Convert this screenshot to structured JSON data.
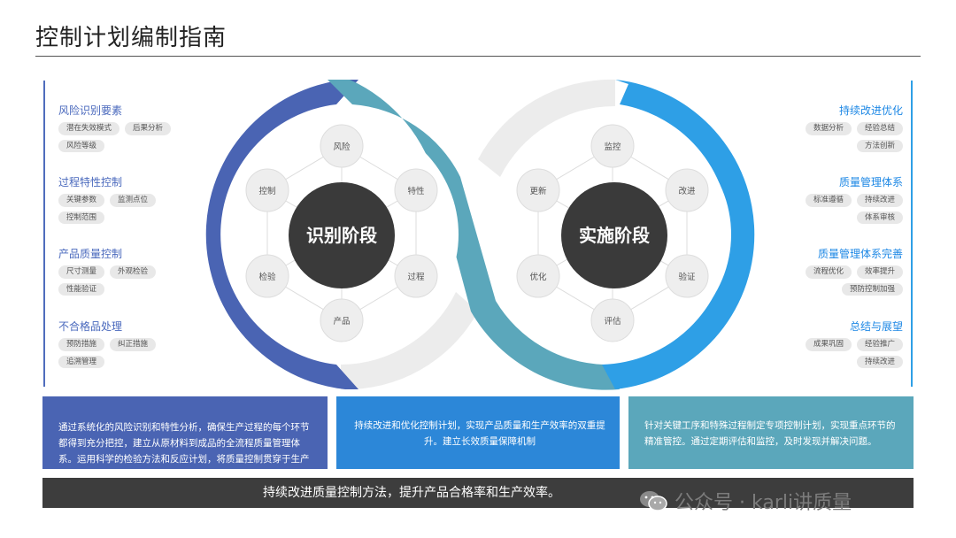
{
  "title": "控制计划编制指南",
  "left": {
    "groups": [
      {
        "title": "风险识别要素",
        "tags": [
          "潜在失效模式",
          "后果分析",
          "风险等级"
        ]
      },
      {
        "title": "过程特性控制",
        "tags": [
          "关键参数",
          "监测点位",
          "控制范围"
        ]
      },
      {
        "title": "产品质量控制",
        "tags": [
          "尺寸测量",
          "外观检验",
          "性能验证"
        ]
      },
      {
        "title": "不合格品处理",
        "tags": [
          "预防措施",
          "纠正措施",
          "追溯管理"
        ]
      }
    ]
  },
  "right": {
    "groups": [
      {
        "title": "持续改进优化",
        "tags": [
          "数据分析",
          "经验总结",
          "方法创新"
        ]
      },
      {
        "title": "质量管理体系",
        "tags": [
          "标准遵循",
          "持续改进",
          "体系审核"
        ]
      },
      {
        "title": "质量管理体系完善",
        "tags": [
          "流程优化",
          "效率提升",
          "预防控制加强"
        ]
      },
      {
        "title": "总结与展望",
        "tags": [
          "成果巩固",
          "经验推广",
          "持续改进"
        ]
      }
    ]
  },
  "left_hub": {
    "label": "识别阶段",
    "nodes": [
      "风险",
      "特性",
      "过程",
      "产品",
      "检验",
      "控制"
    ]
  },
  "right_hub": {
    "label": "实施阶段",
    "nodes": [
      "监控",
      "改进",
      "验证",
      "评估",
      "优化",
      "更新"
    ]
  },
  "cards": [
    "通过系统化的风险识别和特性分析，确保生产过程的每个环节都得到充分把控，建立从原材料到成品的全流程质量管理体系。运用科学的检验方法和反应计划，将质量控制贯穿于生产始终。",
    "持续改进和优化控制计划，实现产品质量和生产效率的双重提升。建立长效质量保障机制",
    "针对关键工序和特殊过程制定专项控制计划，实现重点环节的精准管控。通过定期评估和监控，及时发现并解决问题。"
  ],
  "bottom": "持续改进质量控制方法，提升产品合格率和生产效率。",
  "watermark": "公众号 · karli讲质量",
  "colors": {
    "dark_blue": "#4a64b3",
    "teal": "#5ba7bb",
    "bright_blue": "#2e9fe6",
    "hub": "#3a3a3a",
    "bar": "#3d3d3d"
  }
}
